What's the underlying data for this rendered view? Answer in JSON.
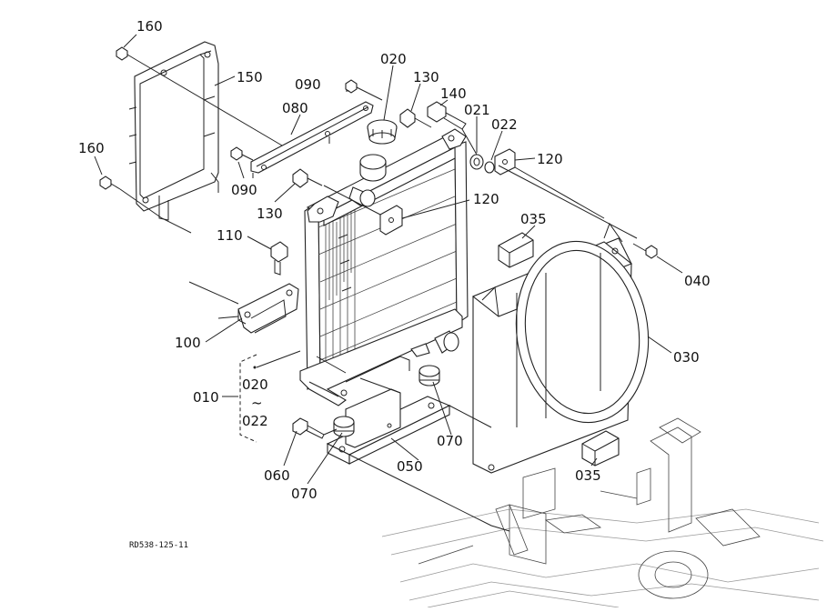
{
  "diagram_code": "RD538-125-11",
  "callouts": {
    "c160_top": "160",
    "c150": "150",
    "c090_top": "090",
    "c080": "080",
    "c020": "020",
    "c130_top": "130",
    "c140": "140",
    "c021": "021",
    "c022": "022",
    "c120_right": "120",
    "c160_left": "160",
    "c090_mid": "090",
    "c130_mid": "130",
    "c120_mid": "120",
    "c035_top": "035",
    "c040": "040",
    "c110": "110",
    "c100": "100",
    "c030": "030",
    "c010": "010",
    "c010_from": "020",
    "c010_tilde": "~",
    "c010_to": "022",
    "c070_right": "070",
    "c050": "050",
    "c060": "060",
    "c070_bottom": "070",
    "c035_bottom": "035"
  }
}
